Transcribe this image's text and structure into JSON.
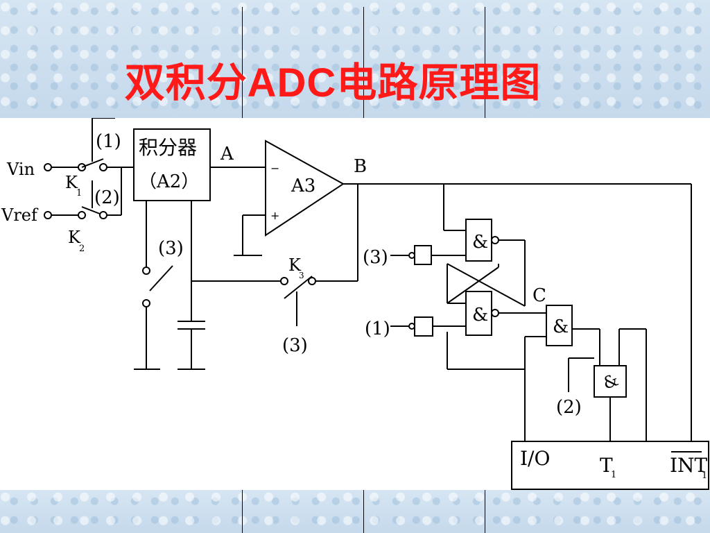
{
  "title": "双积分ADC电路原理图",
  "title_parts": {
    "cn1": "双积分",
    "latin": "ADC",
    "cn2": "电路原理图"
  },
  "colors": {
    "title": "#ff1a1a",
    "background": "#cfe0ef",
    "wire": "#000000"
  },
  "labels": {
    "vin": "Vin",
    "vref": "Vref",
    "k1": "K",
    "k1_sub": "1",
    "k2": "K",
    "k2_sub": "2",
    "k3": "K",
    "k3_sub": "3",
    "sw1": "(1)",
    "sw2": "(2)",
    "sw3_left": "(3)",
    "sw3_bottom": "(3)",
    "integrator_line1": "积分器",
    "integrator_line2": "（A2）",
    "node_a": "A",
    "node_b": "B",
    "node_c": "C",
    "comparator": "A3",
    "minus": "−",
    "plus": "+",
    "and1": "&",
    "and2": "&",
    "and3": "&",
    "and4": "&",
    "in3": "(3)",
    "in1": "(1)",
    "in2": "(2)",
    "io": "I/O",
    "t1": "T",
    "t1_sub": "1",
    "int1": "INT",
    "int1_sub": "1"
  }
}
